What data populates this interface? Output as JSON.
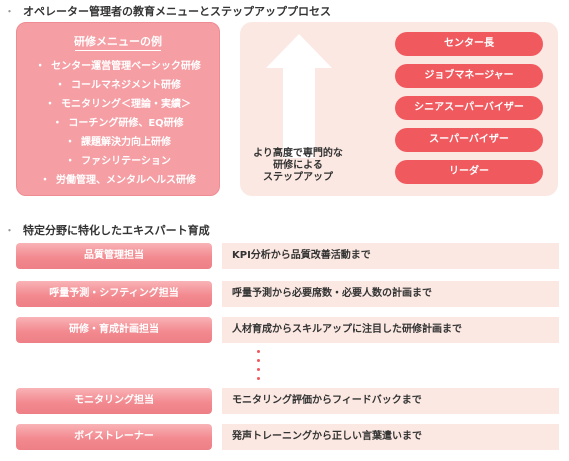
{
  "section1": {
    "heading": "オペレーター管理者の教育メニューとステップアッププロセス",
    "bullet": "・"
  },
  "training_menu": {
    "title": "研修メニューの例",
    "bullet": "・",
    "items": [
      "センター運営管理ベーシック研修",
      "コールマネジメント研修",
      "モニタリング＜理論・実績＞",
      "コーチング研修、EQ研修",
      "課題解決力向上研修",
      "ファシリテーション",
      "労働管理、メンタルヘルス研修"
    ]
  },
  "stepup": {
    "label_lines": [
      "より高度で専門的な",
      "研修による",
      "ステップアップ"
    ],
    "roles": [
      "センター長",
      "ジョブマネージャー",
      "シニアスーパーバイザー",
      "スーパーバイザー",
      "リーダー"
    ]
  },
  "section2": {
    "heading": "特定分野に特化したエキスパート育成",
    "bullet": "・"
  },
  "experts": [
    {
      "label": "品質管理担当",
      "desc": "KPI分析から品質改善活動まで"
    },
    {
      "label": "呼量予測・シフティング担当",
      "desc": "呼量予測から必要席数・必要人数の計画まで"
    },
    {
      "label": "研修・育成計画担当",
      "desc": "人材育成からスキルアップに注目した研修計画まで"
    },
    {
      "label": "モニタリング担当",
      "desc": "モニタリング評価からフィードバックまで"
    },
    {
      "label": "ボイストレーナー",
      "desc": "発声トレーニングから正しい言葉遣いまで"
    }
  ],
  "colors": {
    "accent_red": "#f05a5f",
    "menu_pink": "#f59ea4",
    "panel_beige": "#fbe8e2"
  }
}
